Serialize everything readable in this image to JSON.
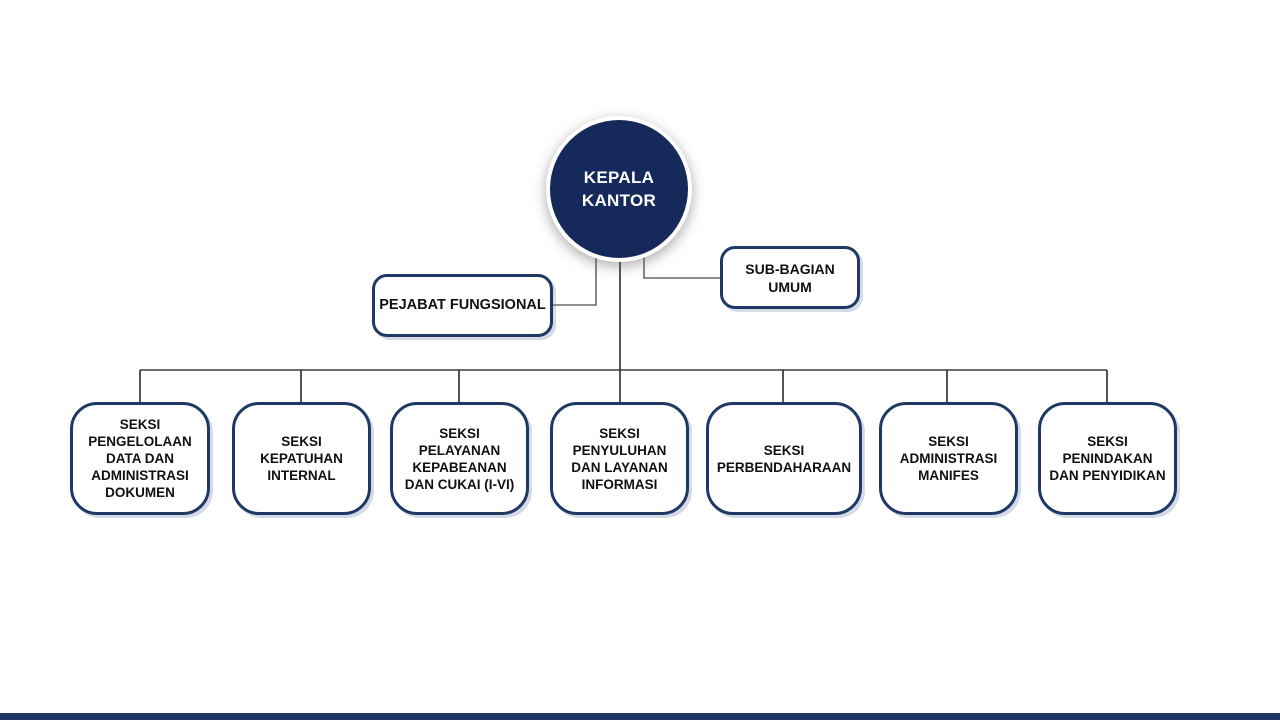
{
  "page": {
    "background": "#ffffff",
    "footer_bar_color": "#1F3864"
  },
  "org": {
    "root": {
      "label": "KEPALA\nKANTOR",
      "fill": "#152A5A",
      "text_color": "#ffffff"
    },
    "staff": [
      {
        "id": "pejabat-fungsional",
        "label": "PEJABAT FUNGSIONAL"
      },
      {
        "id": "sub-bagian-umum",
        "label": "SUB-BAGIAN\nUMUM"
      }
    ],
    "seksi": [
      {
        "label": "SEKSI\nPENGELOLAAN\nDATA DAN\nADMINISTRASI\nDOKUMEN"
      },
      {
        "label": "SEKSI\nKEPATUHAN\nINTERNAL"
      },
      {
        "label": "SEKSI\nPELAYANAN\nKEPABEANAN\nDAN CUKAI (I-VI)"
      },
      {
        "label": "SEKSI\nPENYULUHAN\nDAN LAYANAN\nINFORMASI"
      },
      {
        "label": "SEKSI\nPERBENDAHARAAN"
      },
      {
        "label": "SEKSI\nADMINISTRASI\nMANIFES"
      },
      {
        "label": "SEKSI\nPENINDAKAN\nDAN PENYIDIKAN"
      }
    ],
    "colors": {
      "node_border": "#1F3864",
      "connector_gray": "#6B6B6B",
      "connector_dark": "#2B2B2B"
    }
  }
}
